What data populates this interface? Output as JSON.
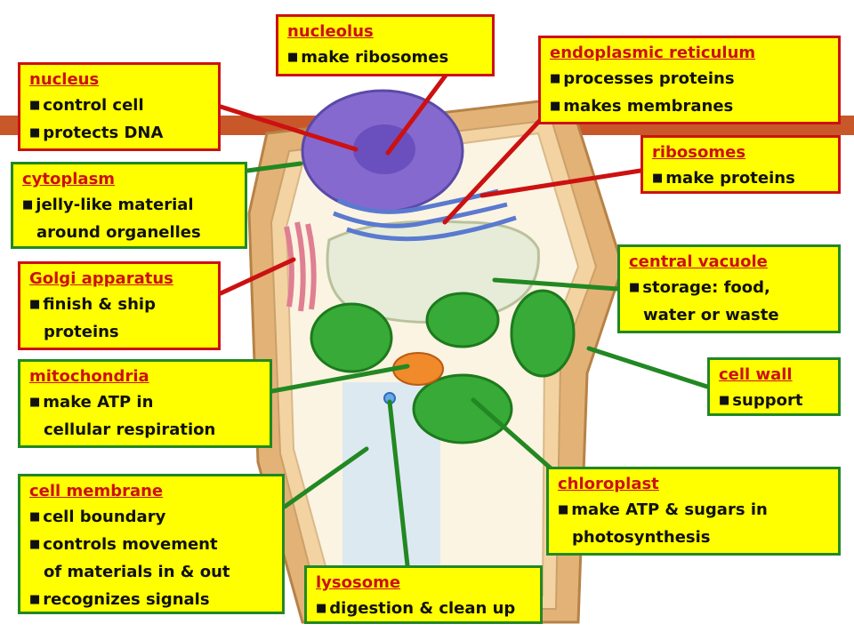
{
  "labels": {
    "nucleolus": {
      "name": "nucleolus",
      "items": [
        "make ribosomes"
      ]
    },
    "nucleus": {
      "name": "nucleus",
      "items": [
        "control cell",
        "protects DNA"
      ]
    },
    "er": {
      "name": "endoplasmic reticulum",
      "items": [
        "processes proteins",
        "makes membranes"
      ]
    },
    "ribosomes": {
      "name": "ribosomes",
      "items": [
        "make proteins"
      ]
    },
    "cytoplasm": {
      "name": "cytoplasm",
      "items": [
        "jelly-like material"
      ],
      "cont": [
        "around organelles"
      ]
    },
    "golgi": {
      "name": "Golgi apparatus",
      "items": [
        "finish & ship"
      ],
      "cont": [
        "proteins"
      ]
    },
    "vacuole": {
      "name": "central vacuole",
      "items": [
        "storage: food,"
      ],
      "cont": [
        "water or waste"
      ]
    },
    "mito": {
      "name": "mitochondria",
      "items": [
        "make ATP in"
      ],
      "cont": [
        "cellular respiration"
      ]
    },
    "wall": {
      "name": "cell wall",
      "items": [
        "support"
      ]
    },
    "chloro": {
      "name": "chloroplast",
      "items": [
        "make ATP & sugars in"
      ],
      "cont": [
        "photosynthesis"
      ]
    },
    "membrane": {
      "name": "cell membrane",
      "items": [
        "cell boundary",
        "controls movement",
        "of materials in & out",
        "recognizes signals"
      ]
    },
    "lysosome": {
      "name": "lysosome",
      "items": [
        "digestion & clean up"
      ]
    }
  },
  "colors": {
    "label_fill": "#ffff00",
    "red_line": "#cc1111",
    "green_line": "#228822",
    "cell_wall": "#e8b878",
    "nucleus": "#8a6fd0",
    "chloroplast": "#2ea82e",
    "vacuole": "#dfe6d0",
    "golgi": "#e88a9a"
  }
}
